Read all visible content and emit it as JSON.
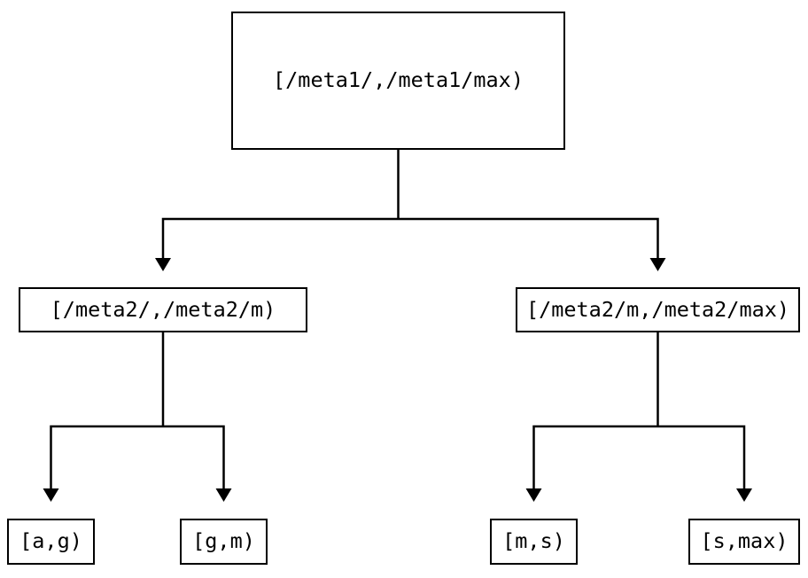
{
  "diagram": {
    "type": "tree",
    "colors": {
      "line": "#000000",
      "text": "#000000",
      "background": "#ffffff"
    },
    "tree": {
      "root": {
        "label": "[/meta1/,/meta1/max)",
        "children": [
          {
            "label": "[/meta2/,/meta2/m)",
            "children": [
              {
                "label": "[a,g)"
              },
              {
                "label": "[g,m)"
              }
            ]
          },
          {
            "label": "[/meta2/m,/meta2/max)",
            "children": [
              {
                "label": "[m,s)"
              },
              {
                "label": "[s,max)"
              }
            ]
          }
        ]
      }
    }
  }
}
